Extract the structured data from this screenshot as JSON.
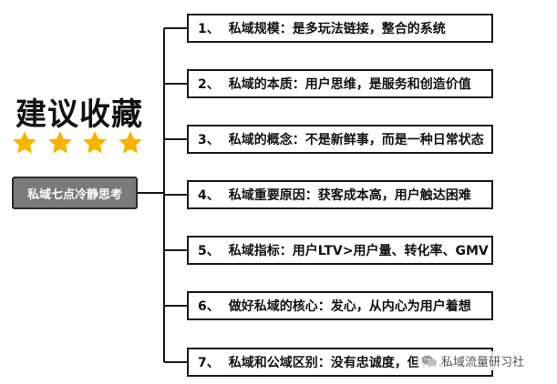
{
  "headline": "建议收藏",
  "subtitle": "私域七点冷静思考",
  "star_icon": "star-icon",
  "star_color": "#f5b400",
  "items": [
    {
      "num": "1、",
      "text": "私域规模：是多玩法链接，整合的系统"
    },
    {
      "num": "2、",
      "text": "私域的本质：用户思维，是服务和创造价值"
    },
    {
      "num": "3、",
      "text": "私域的概念：不是新鲜事，而是一种日常状态"
    },
    {
      "num": "4、",
      "text": "私域重要原因：获客成本高，用户触达困难"
    },
    {
      "num": "5、",
      "text": "私域指标：用户LTV>用户量、转化率、GMV"
    },
    {
      "num": "6、",
      "text": "做好私域的核心：发心，从内心为用户着想"
    },
    {
      "num": "7、",
      "text": "私域和公域区别：没有忠诚度，但有..."
    }
  ],
  "watermark": {
    "icon": "wechat-icon",
    "text": "私域流量研习社"
  }
}
